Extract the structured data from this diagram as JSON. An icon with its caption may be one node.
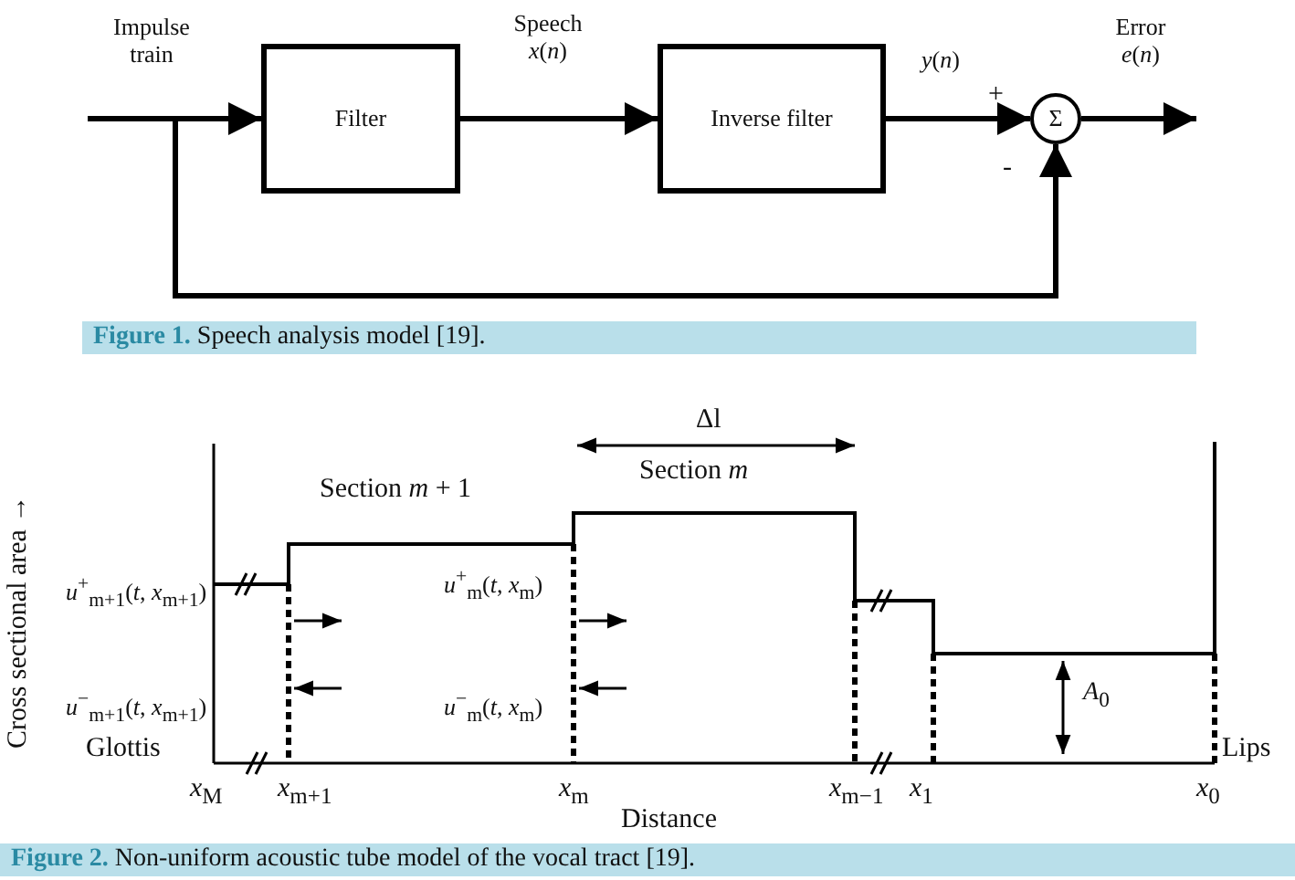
{
  "diagram": {
    "nodes": [
      {
        "text": [
          "Filter"
        ]
      },
      {
        "text": [
          "Inverse filter"
        ]
      },
      {
        "text": [
          "Σ"
        ]
      }
    ],
    "edges": [
      {
        "from": null,
        "to": 0,
        "arrow": "to",
        "label": "Impulse train"
      },
      {
        "from": 0,
        "to": 1,
        "arrow": "to",
        "label": "Speech *x*(*n*)"
      },
      {
        "from": 1,
        "to": 2,
        "arrow": "to",
        "label": "*y*(*n*)"
      },
      {
        "from": 2,
        "to": null,
        "arrow": "to",
        "label": "Error *e*(*n*)"
      },
      {
        "from": null,
        "to": 2,
        "arrow": "to"
      }
    ],
    "labels": [
      "+",
      "-",
      "**Figure 1.** Speech analysis model [19].",
      "Δl",
      "Section *m*",
      "Cross sectional area →",
      "Section *m* + 1",
      "*u*$^{+}$$_{m+1}$(*t*, *x*$_{m+1}$)",
      "*u*$^{+}$$_{m}$(*t*, *x*$_{m}$)",
      "*A*$_{0}$",
      "*u*$^{−}$$_{m+1}$(*t*, *x*$_{m+1}$)",
      "*u*$^{−}$$_{m}$(*t*, *x*$_{m}$)",
      "Glottis",
      "Lips",
      "*x*$_{M}$",
      "*x*$_{m+1}$",
      "*x*$_{m}$",
      "*x*$_{m−1}$",
      "*x*$_{1}$",
      "*x*$_{0}$",
      "Distance",
      "**Figure 2.** Non-uniform acoustic tube model of the vocal tract [19]."
    ]
  }
}
